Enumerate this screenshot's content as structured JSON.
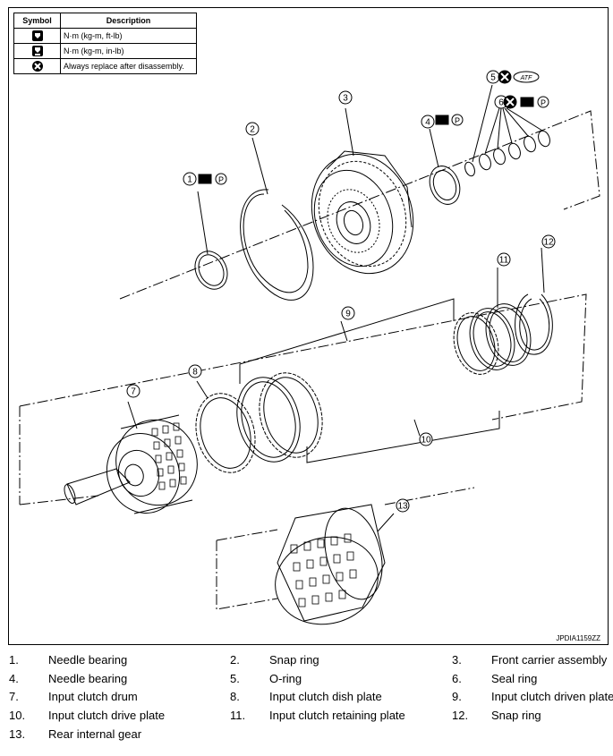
{
  "legend": {
    "header_symbol": "Symbol",
    "header_description": "Description",
    "rows": [
      {
        "icon": "torque-wrench-icon",
        "description": "N·m (kg-m, ft-lb)"
      },
      {
        "icon": "torque-wrench-small-icon",
        "description": "N·m (kg-m, in-lb)"
      },
      {
        "icon": "replace-x-icon",
        "description": "Always replace after disassembly."
      }
    ]
  },
  "callouts": [
    "1",
    "2",
    "3",
    "4",
    "5",
    "6",
    "7",
    "8",
    "9",
    "10",
    "11",
    "12",
    "13"
  ],
  "atf_label": "ATF",
  "p_label": "P",
  "figure_id": "JPDIA1159ZZ",
  "parts": [
    {
      "num": "1.",
      "name": "Needle bearing"
    },
    {
      "num": "2.",
      "name": "Snap ring"
    },
    {
      "num": "3.",
      "name": "Front carrier assembly"
    },
    {
      "num": "4.",
      "name": "Needle bearing"
    },
    {
      "num": "5.",
      "name": "O-ring"
    },
    {
      "num": "6.",
      "name": "Seal ring"
    },
    {
      "num": "7.",
      "name": "Input clutch drum"
    },
    {
      "num": "8.",
      "name": "Input clutch dish plate"
    },
    {
      "num": "9.",
      "name": "Input clutch driven plate"
    },
    {
      "num": "10.",
      "name": "Input clutch drive plate"
    },
    {
      "num": "11.",
      "name": "Input clutch retaining plate"
    },
    {
      "num": "12.",
      "name": "Snap ring"
    },
    {
      "num": "13.",
      "name": "Rear internal gear"
    }
  ],
  "colors": {
    "line": "#000000",
    "background": "#ffffff"
  }
}
